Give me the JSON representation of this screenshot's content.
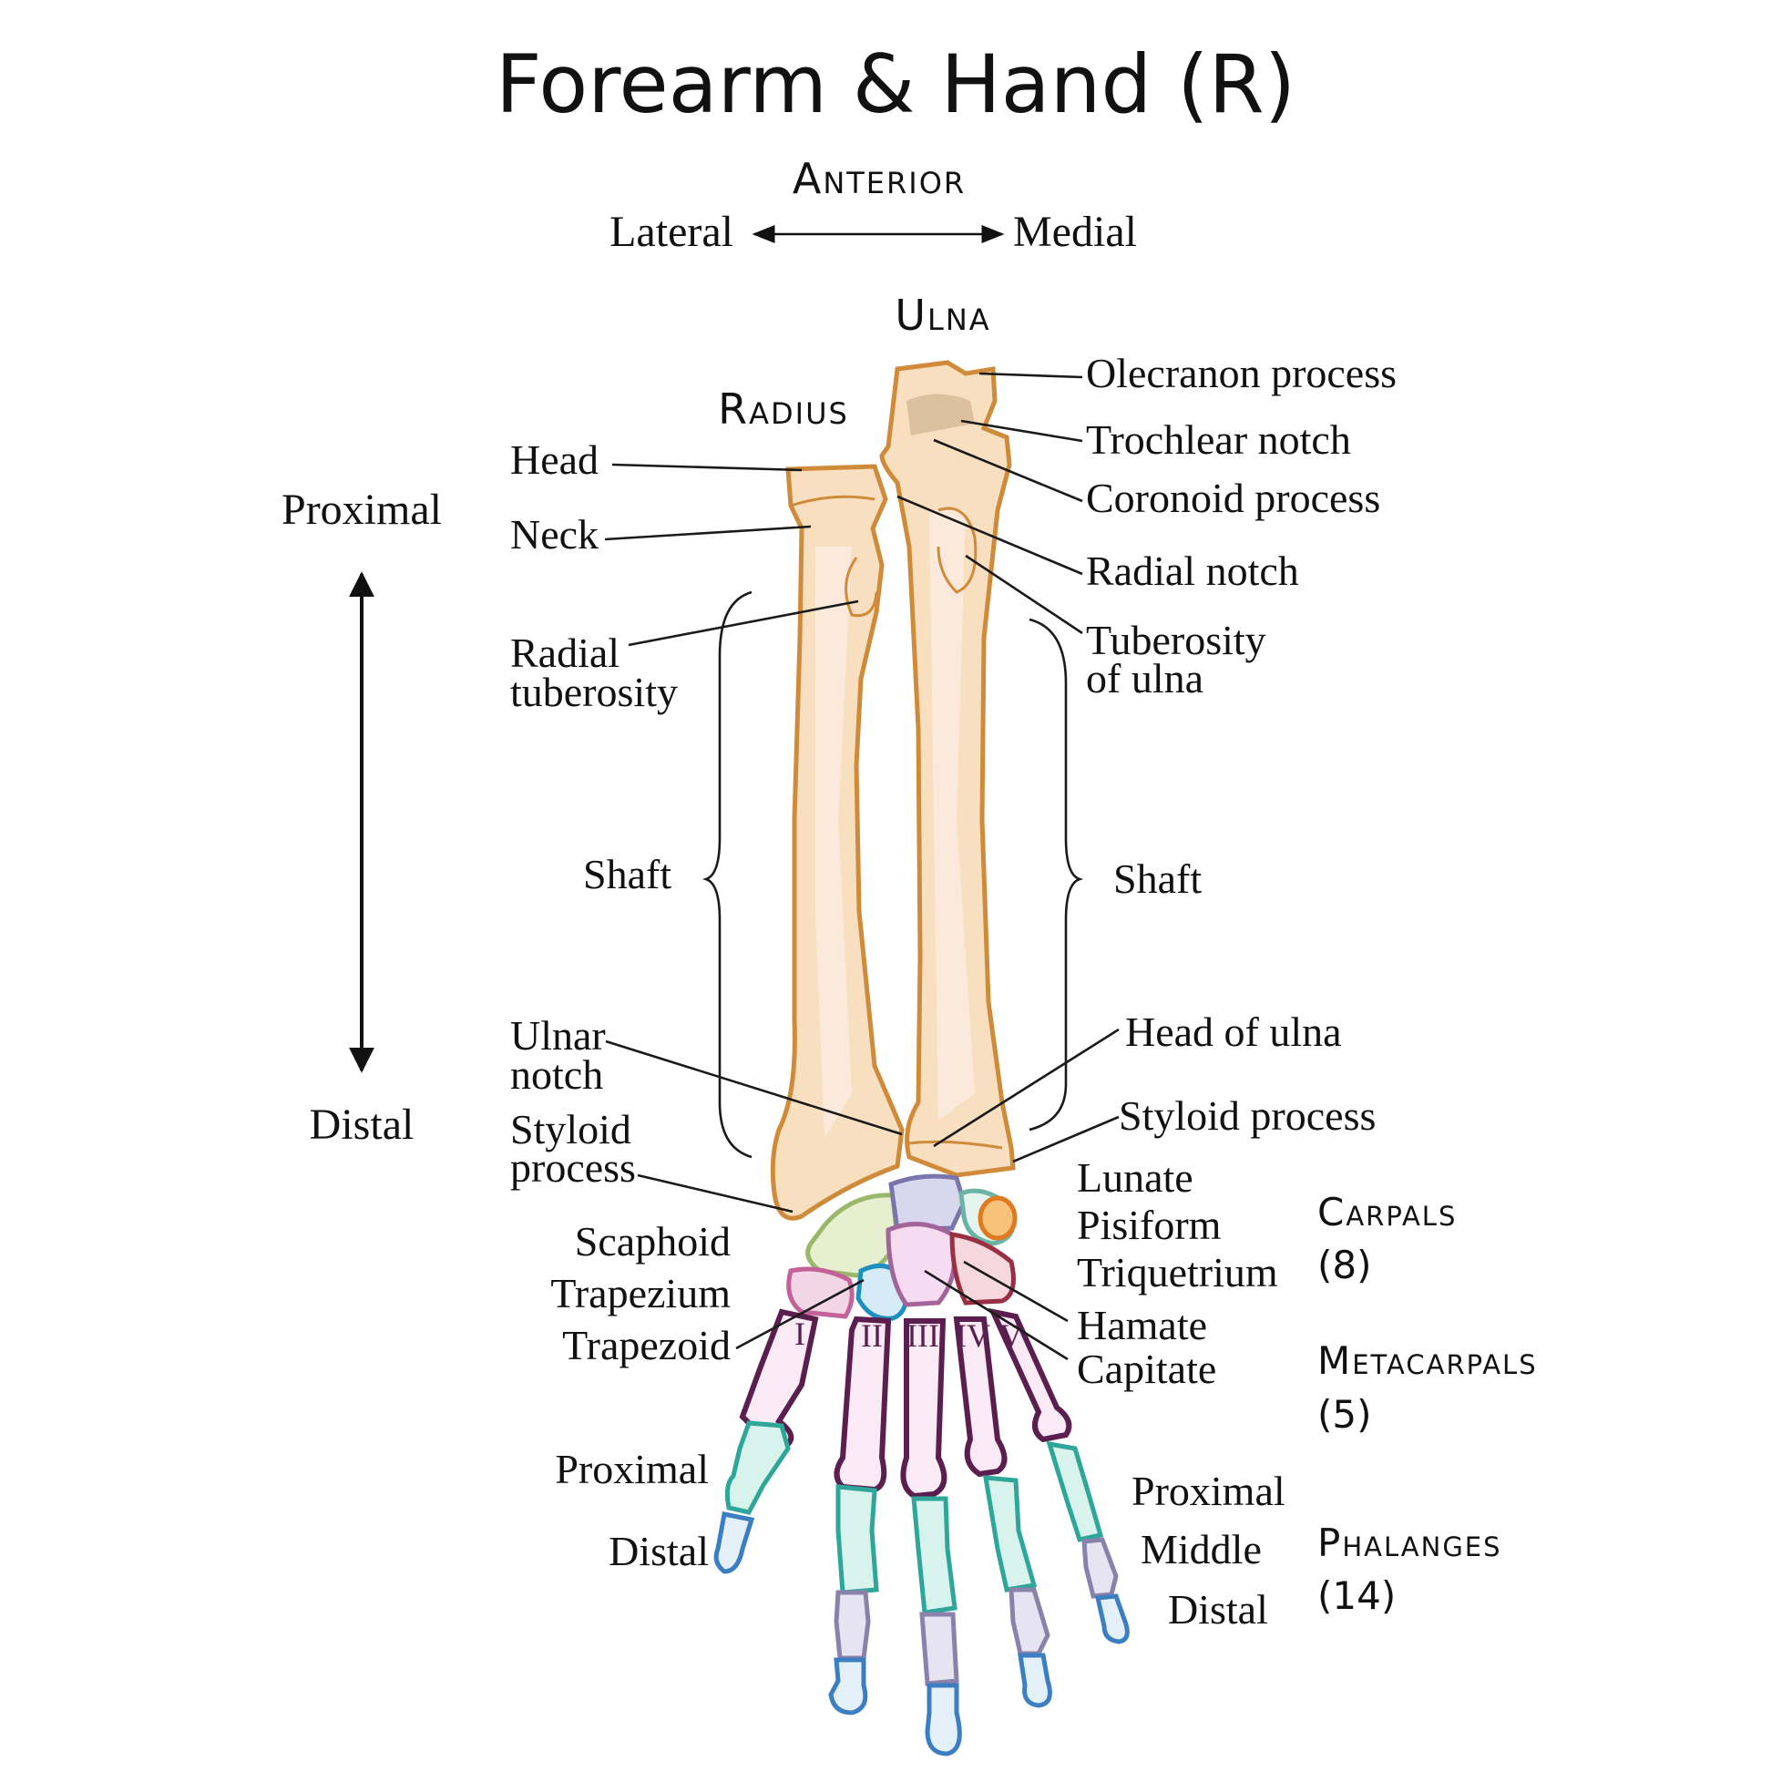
{
  "title": "Forearm & Hand (R)",
  "orientation": {
    "view": "Anterior",
    "lateral": "Lateral",
    "medial": "Medial",
    "proximal": "Proximal",
    "distal": "Distal"
  },
  "bones": {
    "ulna": "Ulna",
    "radius": "Radius"
  },
  "radius_labels": {
    "head": "Head",
    "neck": "Neck",
    "radial_tuberosity_1": "Radial",
    "radial_tuberosity_2": "tuberosity",
    "shaft": "Shaft",
    "ulnar_notch_1": "Ulnar",
    "ulnar_notch_2": "notch",
    "styloid_1": "Styloid",
    "styloid_2": "process"
  },
  "ulna_labels": {
    "olecranon": "Olecranon process",
    "trochlear": "Trochlear notch",
    "coronoid": "Coronoid process",
    "radial_notch": "Radial notch",
    "tuberosity_1": "Tuberosity",
    "tuberosity_2": "of ulna",
    "shaft": "Shaft",
    "head": "Head of ulna",
    "styloid": "Styloid process"
  },
  "carpals": [
    {
      "key": "scaphoid",
      "label": "Scaphoid",
      "color": "#7fa35a"
    },
    {
      "key": "trapezium",
      "label": "Trapezium",
      "color": "#c4609a"
    },
    {
      "key": "trapezoid",
      "label": "Trapezoid",
      "color": "#1f8fbf"
    },
    {
      "key": "lunate",
      "label": "Lunate",
      "color": "#7a76ab"
    },
    {
      "key": "pisiform",
      "label": "Pisiform",
      "color": "#e07a20"
    },
    {
      "key": "triquetrium",
      "label": "Triquetrium",
      "color": "#4aa19a"
    },
    {
      "key": "hamate",
      "label": "Hamate",
      "color": "#9a2f43"
    },
    {
      "key": "capitate",
      "label": "Capitate",
      "color": "#a3649a"
    }
  ],
  "metacarpal_numerals": [
    "I",
    "II",
    "III",
    "IV",
    "V"
  ],
  "phalanx_labels": {
    "thumb_proximal": "Proximal",
    "thumb_distal": "Distal",
    "proximal": "Proximal",
    "middle": "Middle",
    "distal": "Distal"
  },
  "phalanx_colors": {
    "proximal": "#2ea79a",
    "middle": "#8a82ab",
    "distal": "#3b7fc2"
  },
  "groups": {
    "carpals": "Carpals",
    "carpals_count": "(8)",
    "metacarpals": "Metacarpals",
    "metacarpals_count": "(5)",
    "phalanges": "Phalanges",
    "phalanges_count": "(14)"
  }
}
